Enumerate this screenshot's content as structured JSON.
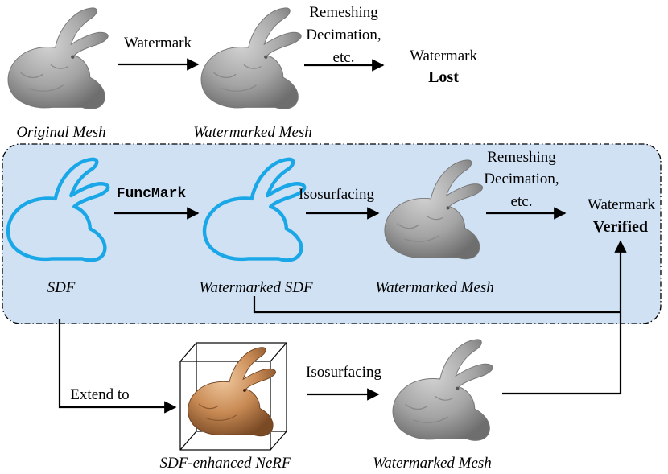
{
  "top_row": {
    "original_caption": "Original Mesh",
    "watermark_step": "Watermark",
    "watermarked_caption": "Watermarked Mesh",
    "attack_line1": "Remeshing",
    "attack_line2": "Decimation,",
    "attack_line3": "etc.",
    "result_label": "Watermark",
    "result_status": "Lost",
    "status_color": "#e0101a"
  },
  "middle_box": {
    "background": "#cfe1f3",
    "sdf_caption": "SDF",
    "method_name": "FuncMark",
    "wm_sdf_caption": "Watermarked SDF",
    "iso_label": "Isosurfacing",
    "wm_mesh_caption": "Watermarked Mesh",
    "attack_line1": "Remeshing",
    "attack_line2": "Decimation,",
    "attack_line3": "etc.",
    "result_label": "Watermark",
    "result_status": "Verified",
    "status_color": "#6aac45",
    "contour_color": "#1aa7e8"
  },
  "bottom_row": {
    "extend_label": "Extend to",
    "nerf_caption": "SDF-enhanced NeRF",
    "iso_label": "Isosurfacing",
    "mesh_caption": "Watermarked Mesh"
  },
  "icons": [
    "bunny-mesh-icon",
    "bunny-contour-icon",
    "bunny-nerf-icon"
  ]
}
